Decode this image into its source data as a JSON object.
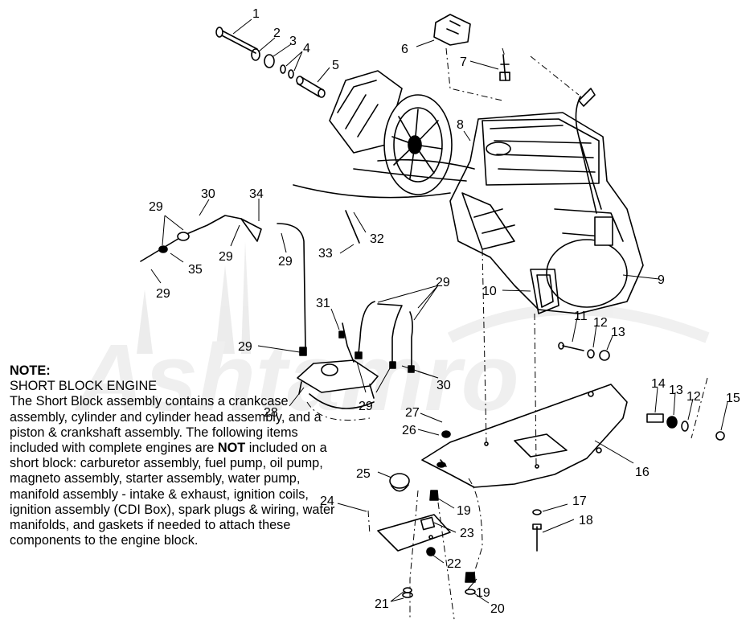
{
  "watermark": {
    "text": "Ashtamro"
  },
  "note": {
    "heading": "NOTE:",
    "title": "SHORT BLOCK ENGINE",
    "body_before": "The Short Block assembly contains a crankcase assembly, cylinder and cylinder head assembly, and a piston & crankshaft assembly.  The following items included with complete engines are ",
    "emphasis": "NOT",
    "body_after": " included on a short block:  carburetor assembly, fuel pump, oil pump, magneto assembly, starter assembly, water pump, manifold assembly - intake & exhaust, ignition coils, ignition assembly (CDI Box), spark plugs & wiring, water manifolds, and gaskets if needed to attach these components to the engine block."
  },
  "callouts": {
    "c1": "1",
    "c2": "2",
    "c3": "3",
    "c4": "4",
    "c5": "5",
    "c6": "6",
    "c7": "7",
    "c8": "8",
    "c9": "9",
    "c10": "10",
    "c11": "11",
    "c12a": "12",
    "c13a": "13",
    "c14": "14",
    "c13b": "13",
    "c12b": "12",
    "c15": "15",
    "c16": "16",
    "c17": "17",
    "c18": "18",
    "c19a": "19",
    "c19b": "19",
    "c20": "20",
    "c21": "21",
    "c22": "22",
    "c23": "23",
    "c24": "24",
    "c25": "25",
    "c26": "26",
    "c27": "27",
    "c28": "28",
    "c29a": "29",
    "c29b": "29",
    "c29c": "29",
    "c29d": "29",
    "c29e": "29",
    "c29f": "29",
    "c29g": "29",
    "c30a": "30",
    "c30b": "30",
    "c31": "31",
    "c32": "32",
    "c33": "33",
    "c34": "34",
    "c35": "35"
  }
}
